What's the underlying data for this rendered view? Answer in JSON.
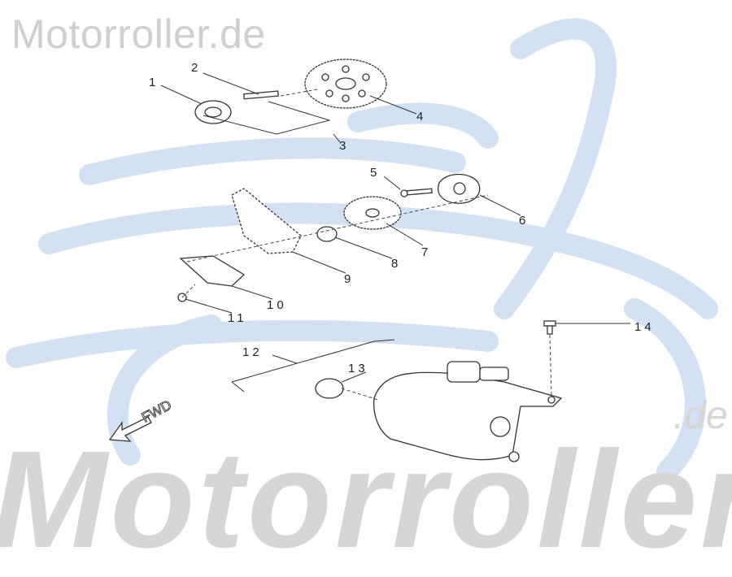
{
  "watermark": {
    "top_text": "Motorroller.de",
    "bottom_text": "Motorroller",
    "bottom_suffix": ".de",
    "color": "#c9daf0"
  },
  "direction_label": "FWD",
  "callouts": [
    "1",
    "2",
    "3",
    "4",
    "5",
    "6",
    "7",
    "8",
    "9",
    "10",
    "11",
    "12",
    "13",
    "14"
  ]
}
